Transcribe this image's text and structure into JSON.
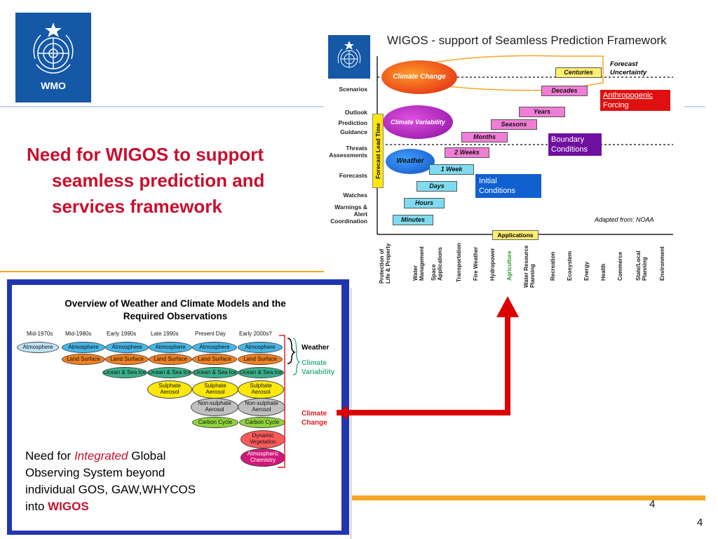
{
  "logo": {
    "text": "WMO"
  },
  "heading": {
    "line1": "Need for WIGOS to support",
    "line2": "seamless prediction and",
    "line3": "services framework"
  },
  "wigos_chart": {
    "title": "WIGOS - support of Seamless Prediction Framework",
    "y_axis_label": "Forecast Lead Time",
    "row_labels": [
      "Scenarios",
      "Outlook",
      "Prediction",
      "Guidance",
      "Threats",
      "Assessments",
      "Forecasts",
      "Watches",
      "Warnings &",
      "Alert",
      "Coordination"
    ],
    "timescales": [
      "Centuries",
      "Decades",
      "Years",
      "Seasons",
      "Months",
      "2 Weeks",
      "1 Week",
      "Days",
      "Hours",
      "Minutes"
    ],
    "ellipses": [
      "Climate Change",
      "Climate Variability",
      "Weather"
    ],
    "forecast_uncertainty": [
      "Forecast",
      "Uncertainty"
    ],
    "forcing_boxes": {
      "anthropogenic": [
        "Anthropogenic",
        "Forcing"
      ],
      "boundary": [
        "Boundary",
        "Conditions"
      ],
      "initial": [
        "Initial",
        "Conditions"
      ]
    },
    "source": "Adapted from: NOAA",
    "applications_label": "Applications",
    "applications": [
      "Protection of Life & Property",
      "Water Management",
      "Space Applications",
      "Transportation",
      "Fire Weather",
      "Hydropower",
      "Agriculture",
      "Water Resource Planning",
      "Recreation",
      "Ecosystem",
      "Energy",
      "Health",
      "Commerce",
      "State/Local Planning",
      "Environment"
    ],
    "colors": {
      "pink": "#f07ed6",
      "cyan": "#7fdcf0",
      "agriculture": "#2c9a2c"
    }
  },
  "models_chart": {
    "title_line1": "Overview of Weather and Climate Models and the",
    "title_line2": "Required Observations",
    "eras": [
      "Mid-1970s",
      "Mid-1980s",
      "Early 1990s",
      "Late 1990s",
      "Present Day",
      "Early 2000s?"
    ],
    "components": {
      "atmosphere": "Atmosphere",
      "land_surface": "Land Surface",
      "ocean_sea_ice": "Ocean & Sea Ice",
      "sulphate_aerosol": [
        "Sulphate",
        "Aerosol"
      ],
      "non_sulphate_aerosol": [
        "Non-sulphate",
        "Aerosol"
      ],
      "carbon_cycle": "Carbon Cycle",
      "dynamic_vegetation": [
        "Dynamic",
        "Vegetation"
      ],
      "atmospheric_chemistry": [
        "Atmospheric",
        "Chemistry"
      ]
    },
    "side_labels": {
      "weather": "Weather",
      "climate_variability": [
        "Climate",
        "Variability"
      ],
      "climate_change": [
        "Climate",
        "Change"
      ]
    }
  },
  "need_text": {
    "part1": "Need for ",
    "integrated": "Integrated",
    "part2": " Global",
    "line2": "Observing System beyond",
    "line3": "individual GOS, GAW,WHYCOS",
    "line4_prefix": "into ",
    "wigos": "WIGOS"
  },
  "page_numbers": [
    "4",
    "4"
  ]
}
